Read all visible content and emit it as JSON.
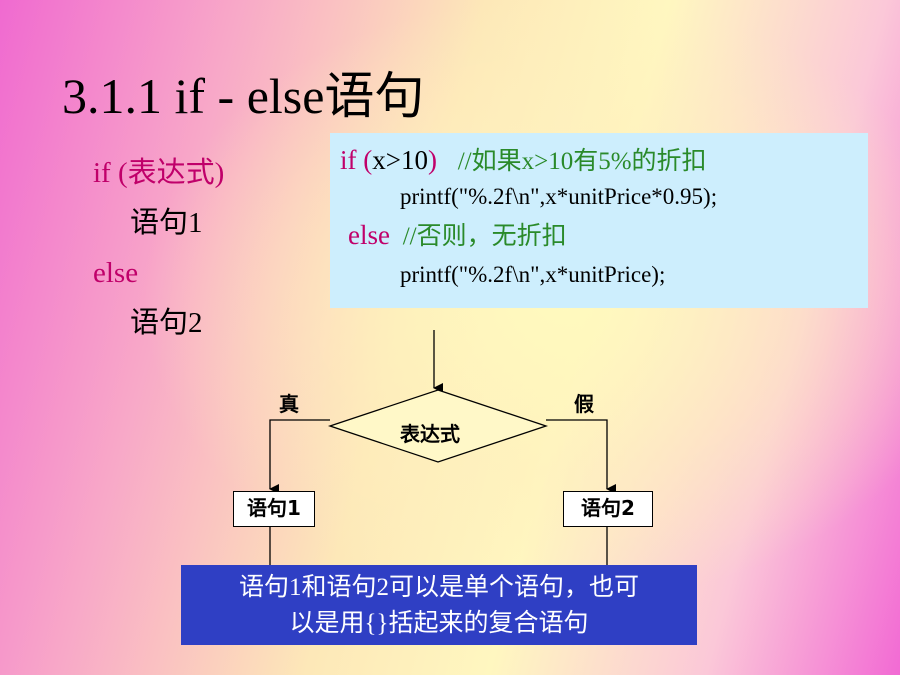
{
  "title": "3.1.1 if - else语句",
  "syntax": {
    "if_kw": "if",
    "if_cond": "(表达式)",
    "stmt1": "语句1",
    "else_kw": "else",
    "stmt2": "语句2"
  },
  "code": {
    "line1_kw": "if",
    "line1_cond": "(x>10)",
    "line1_comment": "//如果x>10有5%的折扣",
    "line2": "printf(\"%.2f\\n\",x*unitPrice*0.95);",
    "line3_kw": "else",
    "line3_comment": "//否则，无折扣",
    "line4": "printf(\"%.2f\\n\",x*unitPrice);"
  },
  "flowchart": {
    "true_label": "真",
    "false_label": "假",
    "condition": "表达式",
    "stmt1": "语句1",
    "stmt2": "语句2"
  },
  "note": {
    "line1": "语句1和语句2可以是单个语句，也可",
    "line2": "以是用{}括起来的复合语句"
  },
  "colors": {
    "keyword": "#c0006a",
    "comment": "#2a8a2a",
    "code_box": "#cdeefd",
    "note_box": "#2f3fc4"
  }
}
